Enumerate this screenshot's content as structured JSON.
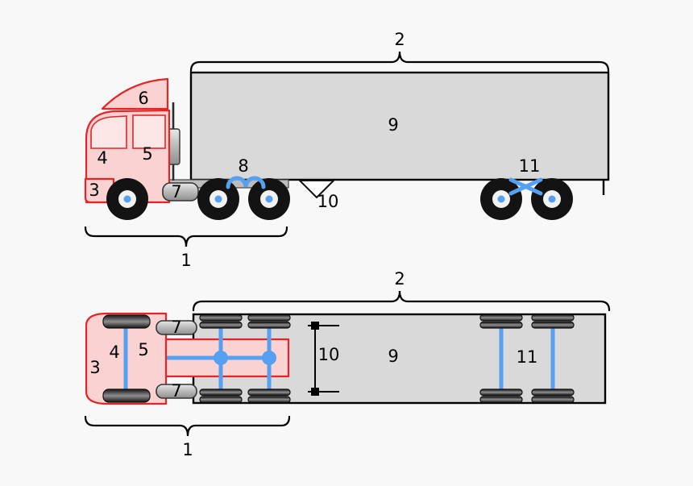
{
  "colors": {
    "background": "#f8f8f8",
    "trailer_fill": "#d9d9d9",
    "cab_fill": "#fad2d2",
    "cab_window_fill": "#fde6e6",
    "cab_stroke": "#e42528",
    "axle_blue": "#55a0f0"
  },
  "side_view": {
    "labels": {
      "tractor_unit": "1",
      "semi_trailer": "2",
      "chassis": "3",
      "cab": "4",
      "sleeper": "5",
      "air_deflector": "6",
      "fuel_tank": "7",
      "drive_axles": "8",
      "trailer_body": "9",
      "landing_gear": "10",
      "trailer_axles": "11"
    }
  },
  "top_view": {
    "labels": {
      "tractor_unit": "1",
      "semi_trailer": "2",
      "chassis": "3",
      "cab": "4",
      "sleeper": "5",
      "fuel_tank_left": "7",
      "fuel_tank_right": "7",
      "trailer_body": "9",
      "landing_gear": "10",
      "trailer_axles": "11"
    }
  }
}
